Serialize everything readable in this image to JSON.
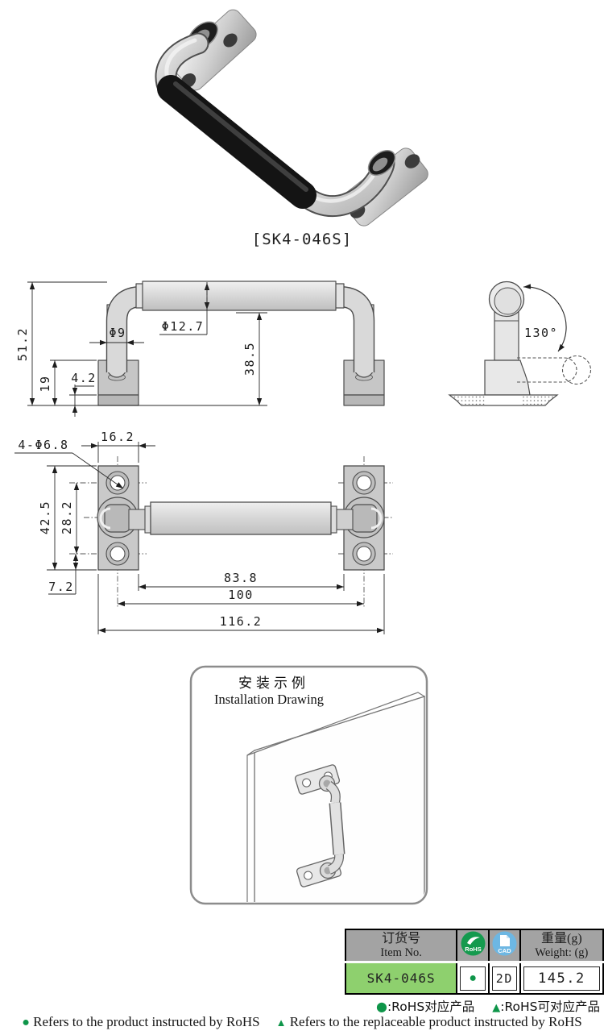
{
  "photo": {
    "caption": "[SK4-046S]"
  },
  "front_view": {
    "overall_height": "51.2",
    "bracket_height": "19",
    "plate_thickness": "4.2",
    "tube_diameter": "Φ9",
    "grip_diameter": "Φ12.7",
    "clearance_height": "38.5"
  },
  "side_view": {
    "rotation_angle": "130°"
  },
  "plan_view": {
    "mounting_holes": "4-Φ6.8",
    "bracket_width": "16.2",
    "bracket_length": "42.5",
    "hole_pitch_vertical": "28.2",
    "hole_edge_offset": "7.2",
    "grip_clear_length": "83.8",
    "hole_pitch_horizontal": "100",
    "overall_length": "116.2"
  },
  "installation": {
    "title_zh": "安装示例",
    "title_en": "Installation Drawing"
  },
  "spec_table": {
    "header": {
      "item_no_zh": "订货号",
      "item_no_en": "Item No.",
      "rohs_label": "RoHS",
      "cad_label": "CAD",
      "weight_zh": "重量(g)",
      "weight_en": "Weight: (g)"
    },
    "row": {
      "item_no": "SK4-046S",
      "rohs_mark": "●",
      "cad": "2D",
      "weight": "145.2"
    }
  },
  "legend": {
    "dot_mark": "●",
    "dot_label": ":RoHS对应产品",
    "tri_mark": "▲",
    "tri_label": ":RoHS可对应产品"
  },
  "footer": {
    "dot_mark": "●",
    "dot_text": "Refers to the product instructed by RoHS",
    "tri_mark": "▲",
    "tri_text": "Refers to the replaceable product instructed by RoHS"
  },
  "colors": {
    "rohs_green": "#149a4e",
    "cad_blue": "#6db7e3",
    "item_cell_green": "#8ed06e",
    "header_gray": "#a3a3a3",
    "legend_green": "#0e9549"
  }
}
